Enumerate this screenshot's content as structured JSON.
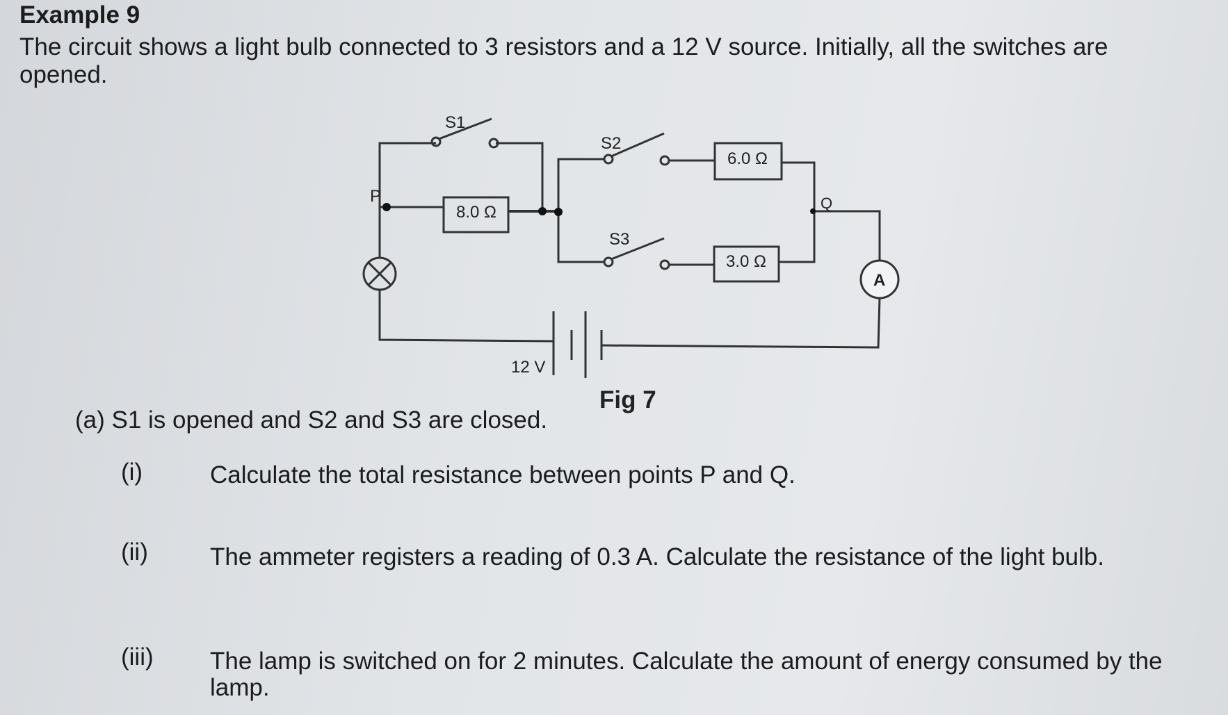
{
  "title": "Example 9",
  "intro": [
    "The circuit shows a light bulb connected to 3 resistors and a 12 V source. Initially, all the switches are",
    "opened."
  ],
  "figure": {
    "caption": "Fig 7",
    "labels": {
      "p": "P",
      "q": "Q",
      "s1": "S1",
      "s2": "S2",
      "s3": "S3",
      "r1": "8.0 Ω",
      "r2": "6.0 Ω",
      "r3": "3.0 Ω",
      "ammeter": "A",
      "source": "12 V"
    }
  },
  "part_a": {
    "label": "(a)  S1 is opened and S2 and S3 are closed.",
    "questions": [
      {
        "num": "(i)",
        "text": "Calculate the total resistance between points P and Q."
      },
      {
        "num": "(ii)",
        "text": "The ammeter registers a reading of 0.3 A. Calculate the resistance of the light bulb."
      },
      {
        "num": "(iii)",
        "text": "The lamp is switched on for 2 minutes. Calculate the amount of energy consumed by the",
        "text2": "lamp."
      }
    ]
  }
}
